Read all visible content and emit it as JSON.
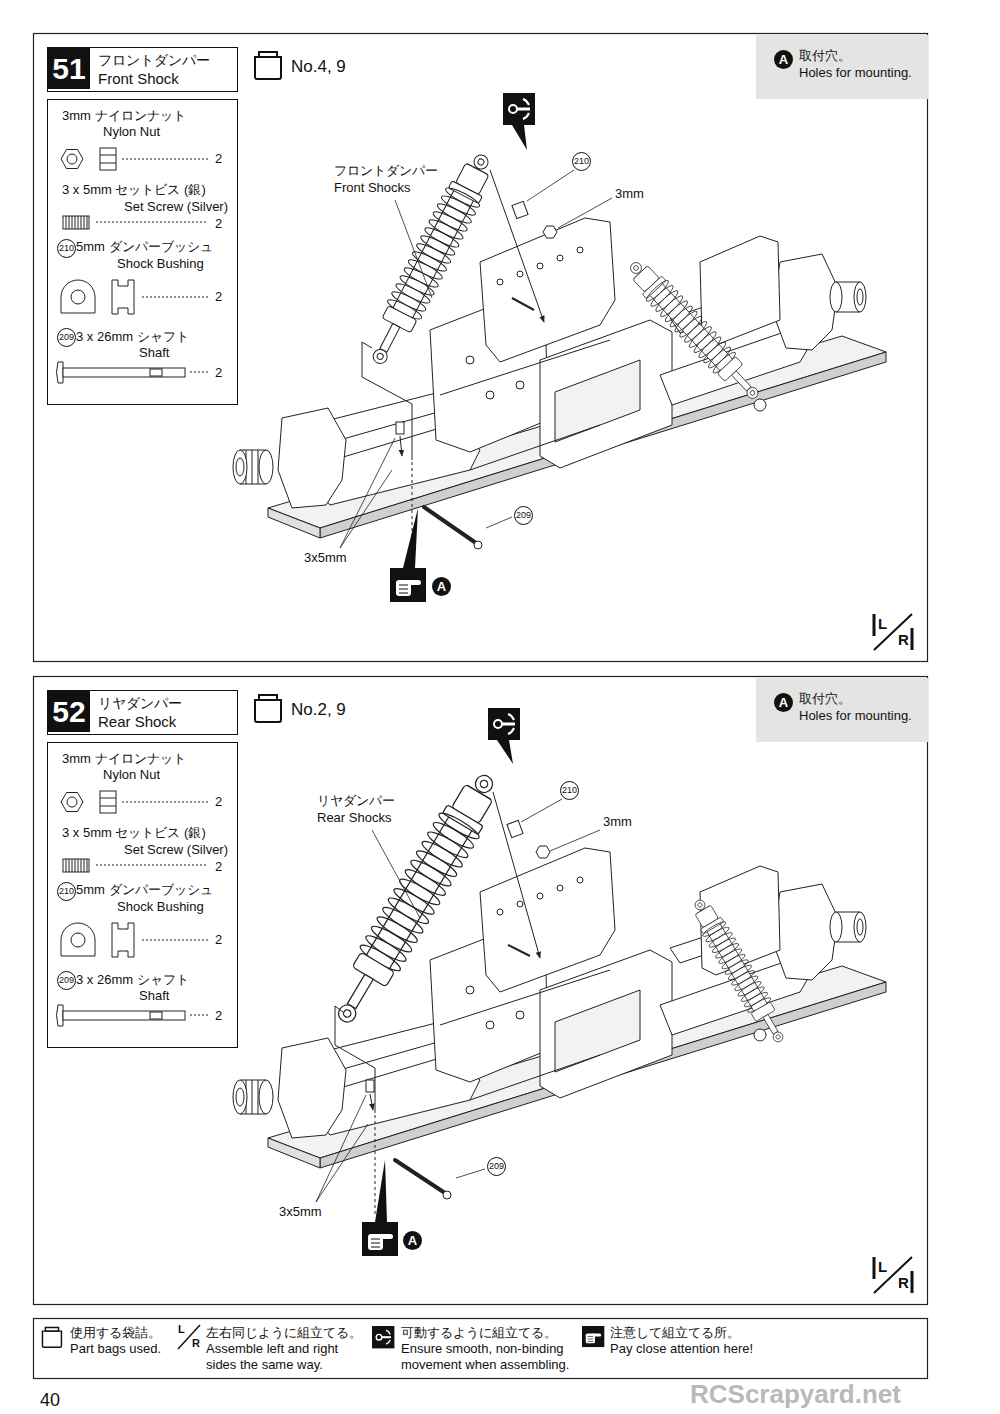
{
  "diagram": {
    "nodes": [
      {
        "text": [
          "51",
          "フロントダンパー",
          "Front Shock"
        ]
      },
      {
        "text": [
          "取付穴。",
          "Holes for mounting."
        ]
      },
      {
        "text": [
          "3mm ナイロンナット",
          "Nylon Nut",
          "2",
          "3 x 5mm セットビス (銀)",
          "Set Screw (Silver)",
          "2",
          "5mm ダンパーブッシュ",
          "Shock Bushing",
          "2",
          "3 x 26mm シャフト",
          "Shaft",
          "2"
        ]
      },
      {
        "text": [
          "52",
          "リヤダンパー",
          "Rear Shock"
        ]
      },
      {
        "text": [
          "取付穴。",
          "Holes for mounting."
        ]
      },
      {
        "text": [
          "3mm ナイロンナット",
          "Nylon Nut",
          "2",
          "3 x 5mm セットビス (銀)",
          "Set Screw (Silver)",
          "2",
          "5mm ダンパーブッシュ",
          "Shock Bushing",
          "2",
          "3 x 26mm シャフト",
          "Shaft",
          "2"
        ]
      }
    ],
    "labels": [
      "No.4, 9",
      "A",
      "210",
      "209",
      "フロントダンパー",
      "Front Shocks",
      "210",
      "3mm",
      "3x5mm",
      "209",
      "A",
      "L",
      "R",
      "No.2, 9",
      "A",
      "210",
      "209",
      "リヤダンパー",
      "Rear Shocks",
      "210",
      "3mm",
      "3x5mm",
      "209",
      "A",
      "L",
      "R",
      "L",
      "R",
      "40",
      "RCScrapyard.net"
    ],
    "legend": [
      {
        "text": "使用する袋詰。 Part bags used."
      },
      {
        "text": "左右同じように組立てる。 Assemble left and right sides the same way."
      },
      {
        "text": "可動するように組立てる。 Ensure smooth, non-binding movement when assembling."
      },
      {
        "text": "注意して組立てる所。 Pay close attention here!"
      }
    ]
  }
}
